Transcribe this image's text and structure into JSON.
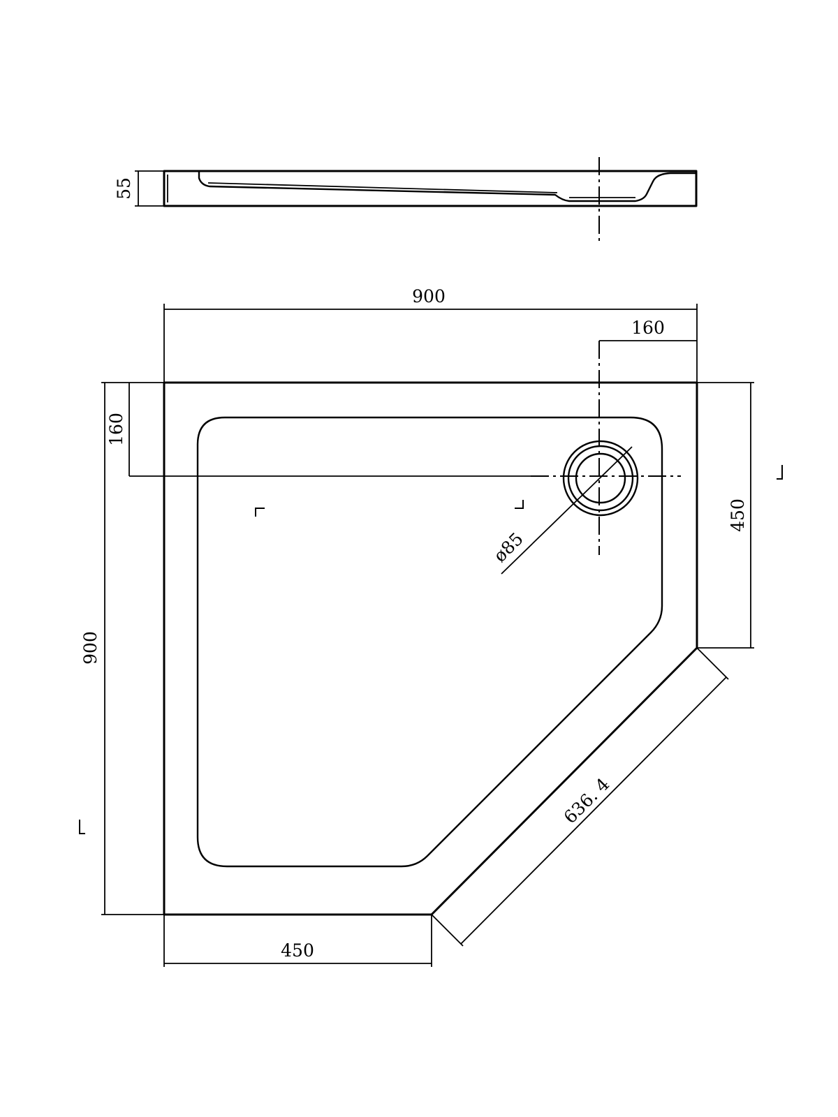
{
  "side_view": {
    "height_label": "55"
  },
  "top_view": {
    "overall_width_label": "900",
    "overall_depth_label": "900",
    "waste_offset_x_label": "160",
    "waste_offset_y_label": "160",
    "side_length_right_label": "450",
    "side_length_bottom_label": "450",
    "diagonal_length_label": "636. 4",
    "waste_diameter_label": "ø85"
  }
}
